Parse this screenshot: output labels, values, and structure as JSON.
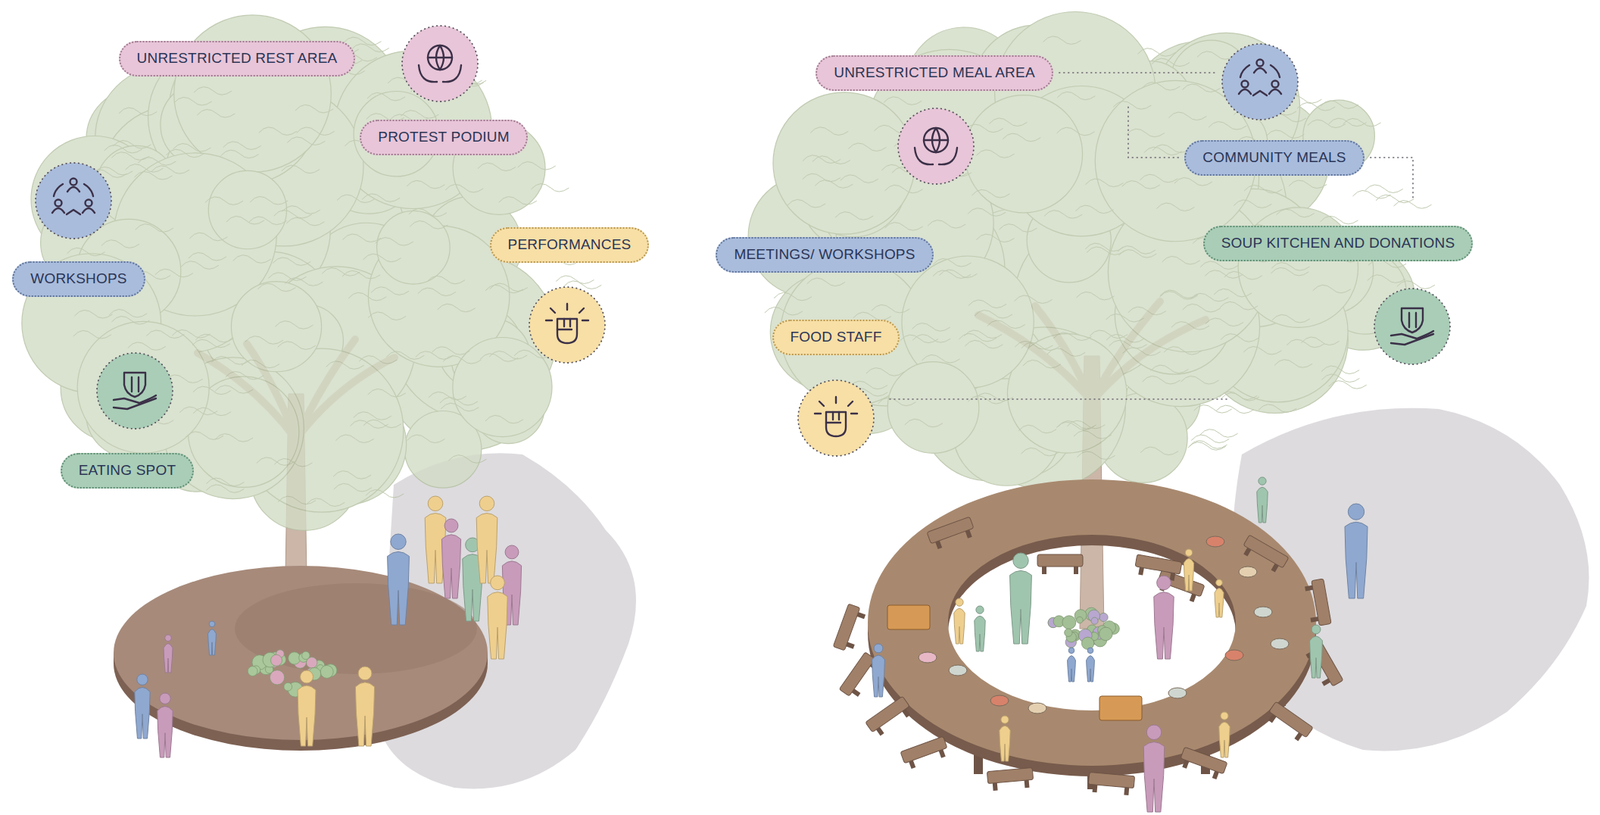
{
  "diagram": {
    "nodes": [
      {
        "text": [
          "UNRESTRICTED REST AREA"
        ]
      },
      {
        "text": [
          "PROTEST PODIUM"
        ]
      },
      {
        "text": [
          "PERFORMANCES"
        ]
      },
      {
        "text": [
          "WORKSHOPS"
        ]
      },
      {
        "text": [
          "EATING SPOT"
        ]
      },
      {
        "text": [
          "UNRESTRICTED MEAL AREA"
        ]
      },
      {
        "text": [
          "COMMUNITY MEALS"
        ]
      },
      {
        "text": [
          "SOUP KITCHEN AND DONATIONS"
        ]
      },
      {
        "text": [
          "MEETINGS/ WORKSHOPS"
        ]
      },
      {
        "text": [
          "FOOD STAFF"
        ]
      }
    ]
  }
}
